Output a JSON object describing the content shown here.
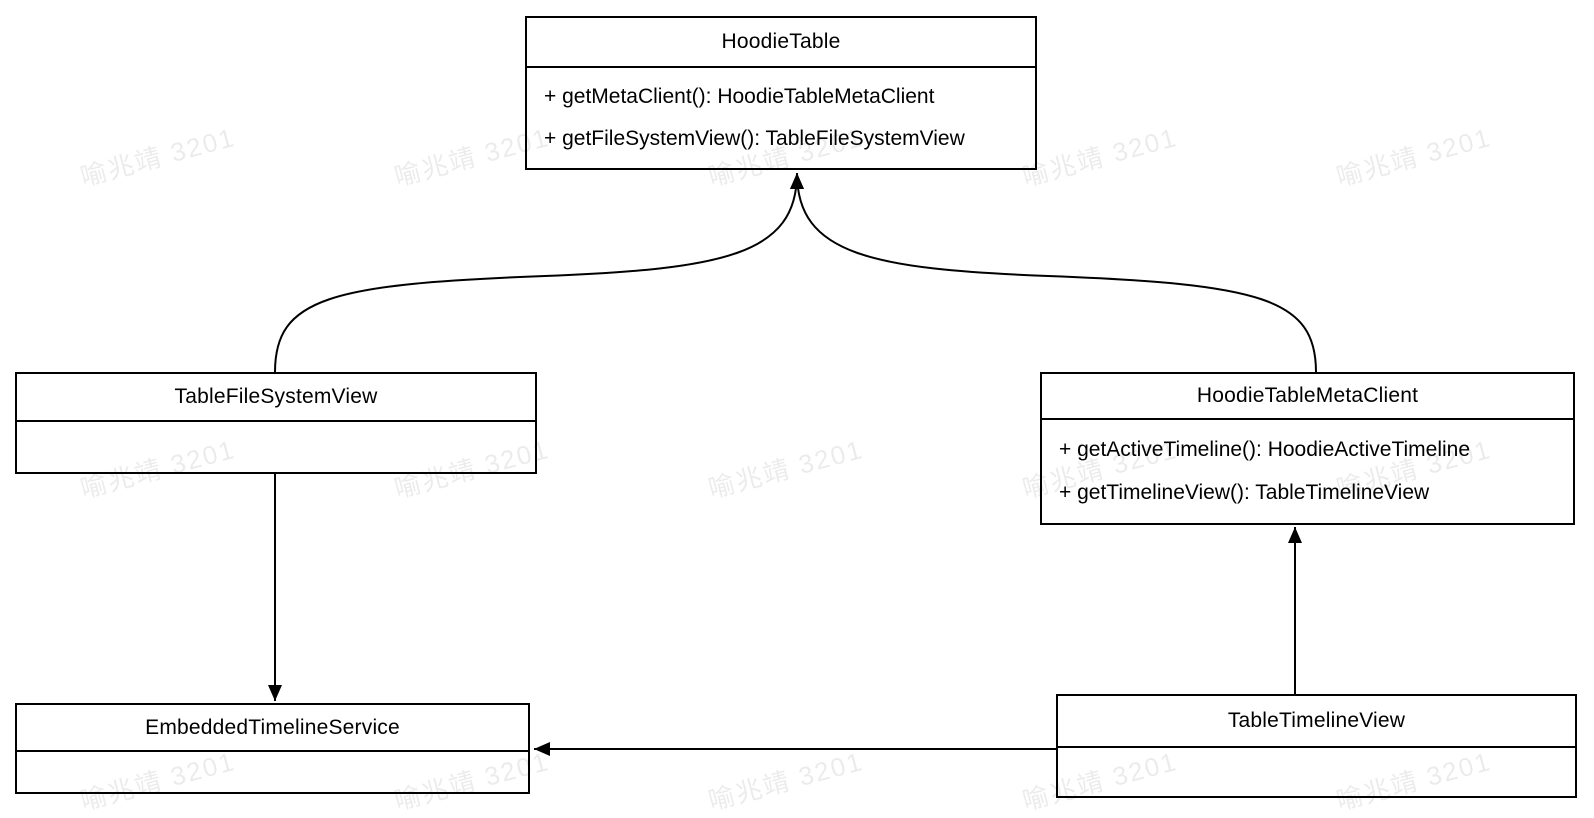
{
  "diagram": {
    "type": "uml-class-diagram",
    "background_color": "#ffffff",
    "line_color": "#000000",
    "text_color": "#000000",
    "classes": [
      {
        "name": "HoodieTable",
        "methods": [
          "+ getMetaClient(): HoodieTableMetaClient",
          "+ getFileSystemView(): TableFileSystemView"
        ]
      },
      {
        "name": "TableFileSystemView",
        "methods": []
      },
      {
        "name": "HoodieTableMetaClient",
        "methods": [
          "+ getActiveTimeline(): HoodieActiveTimeline",
          "+ getTimelineView(): TableTimelineView"
        ]
      },
      {
        "name": "EmbeddedTimelineService",
        "methods": []
      },
      {
        "name": "TableTimelineView",
        "methods": []
      }
    ],
    "relationships": [
      {
        "from": "TableFileSystemView",
        "to": "HoodieTable",
        "arrow": "filled-triangle",
        "path": "curved"
      },
      {
        "from": "HoodieTableMetaClient",
        "to": "HoodieTable",
        "arrow": "filled-triangle",
        "path": "curved"
      },
      {
        "from": "TableFileSystemView",
        "to": "EmbeddedTimelineService",
        "arrow": "filled-triangle",
        "path": "straight-vertical"
      },
      {
        "from": "TableTimelineView",
        "to": "HoodieTableMetaClient",
        "arrow": "filled-triangle",
        "path": "straight-vertical"
      },
      {
        "from": "TableTimelineView",
        "to": "EmbeddedTimelineService",
        "arrow": "filled-triangle",
        "path": "straight-horizontal"
      }
    ],
    "watermark": {
      "text": "喻兆靖 3201",
      "color_hex": "#ededed",
      "rotation_deg": -15,
      "tiled": true
    }
  }
}
